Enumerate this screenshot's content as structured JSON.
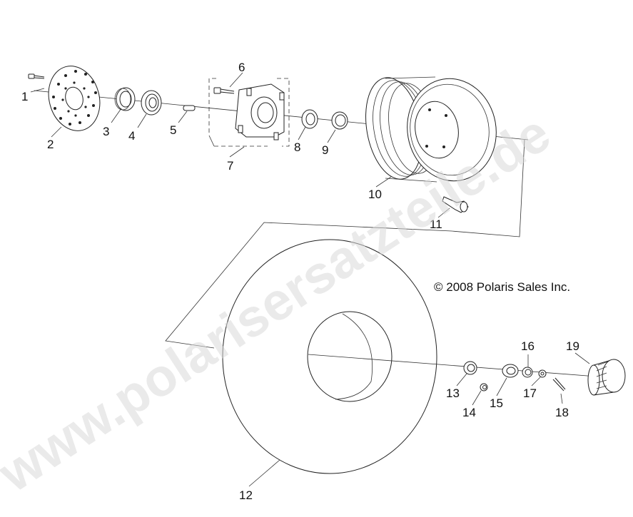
{
  "watermark": "www.polarisersatzteile.de",
  "copyright": "© 2008 Polaris Sales Inc.",
  "callouts": [
    "1",
    "2",
    "3",
    "4",
    "5",
    "6",
    "7",
    "8",
    "9",
    "10",
    "11",
    "12",
    "13",
    "14",
    "15",
    "16",
    "17",
    "18",
    "19"
  ]
}
